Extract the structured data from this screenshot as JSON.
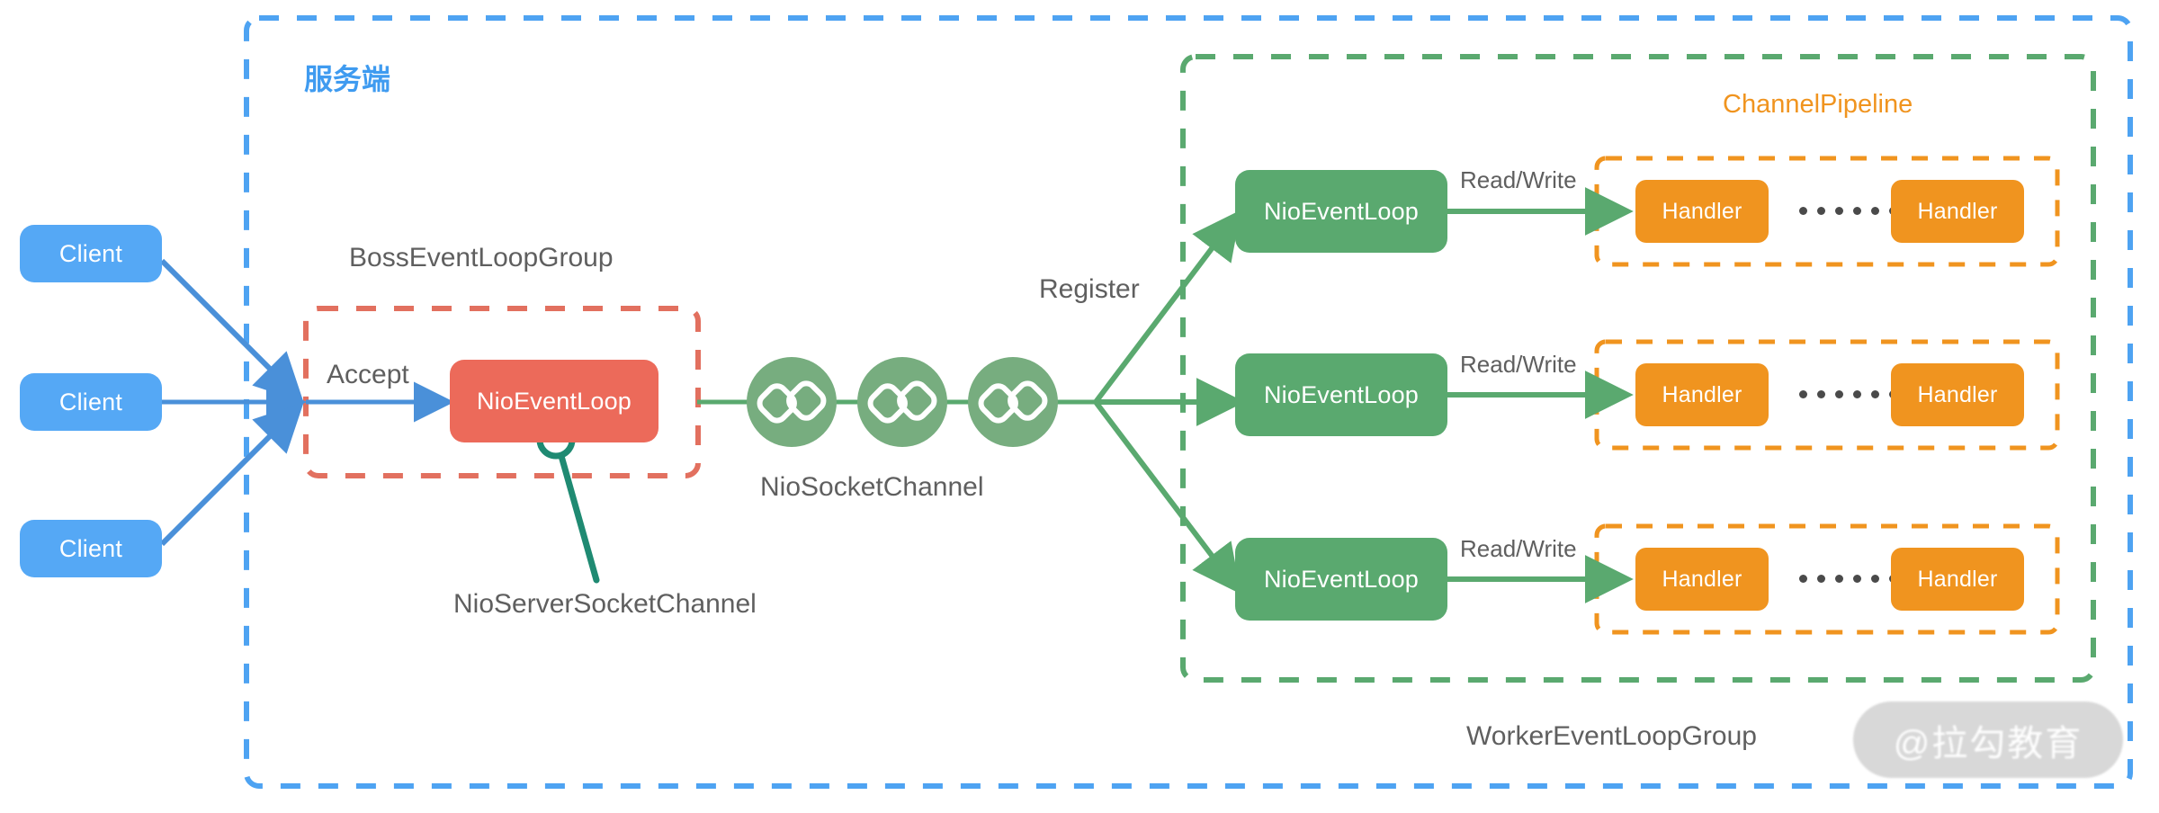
{
  "diagram": {
    "title_server": "服务端",
    "watermark": "@拉勾教育",
    "groups": {
      "boss": "BossEventLoopGroup",
      "worker": "WorkerEventLoopGroup",
      "pipeline": "ChannelPipeline"
    },
    "labels": {
      "accept": "Accept",
      "register": "Register",
      "read_write": "Read/Write",
      "nio_socket_channel": "NioSocketChannel",
      "nio_server_socket_channel": "NioServerSocketChannel"
    },
    "clients": [
      {
        "label": "Client"
      },
      {
        "label": "Client"
      },
      {
        "label": "Client"
      }
    ],
    "boss_event_loop": {
      "label": "NioEventLoop"
    },
    "socket_channels": [
      {
        "icon": "link-icon"
      },
      {
        "icon": "link-icon"
      },
      {
        "icon": "link-icon"
      }
    ],
    "worker_rows": [
      {
        "event_loop": "NioEventLoop",
        "read_write": "Read/Write",
        "handlers": [
          "Handler",
          "Handler"
        ],
        "ellipsis_dots": 6
      },
      {
        "event_loop": "NioEventLoop",
        "read_write": "Read/Write",
        "handlers": [
          "Handler",
          "Handler"
        ],
        "ellipsis_dots": 6
      },
      {
        "event_loop": "NioEventLoop",
        "read_write": "Read/Write",
        "handlers": [
          "Handler",
          "Handler"
        ],
        "ellipsis_dots": 6
      }
    ],
    "colors": {
      "client_blue": "#55a8f5",
      "server_border_blue": "#4ea3f2",
      "boss_border_red": "#e2705f",
      "event_loop_red": "#ec6a5a",
      "event_loop_green": "#5aa96f",
      "worker_border_green": "#5aa96f",
      "handler_orange": "#f0941f",
      "pipeline_border_orange": "#f0941f",
      "text_gray": "#5f5f5f",
      "connector_teal": "#1f8a72",
      "watermark_bg": "#d6d6d6"
    }
  }
}
